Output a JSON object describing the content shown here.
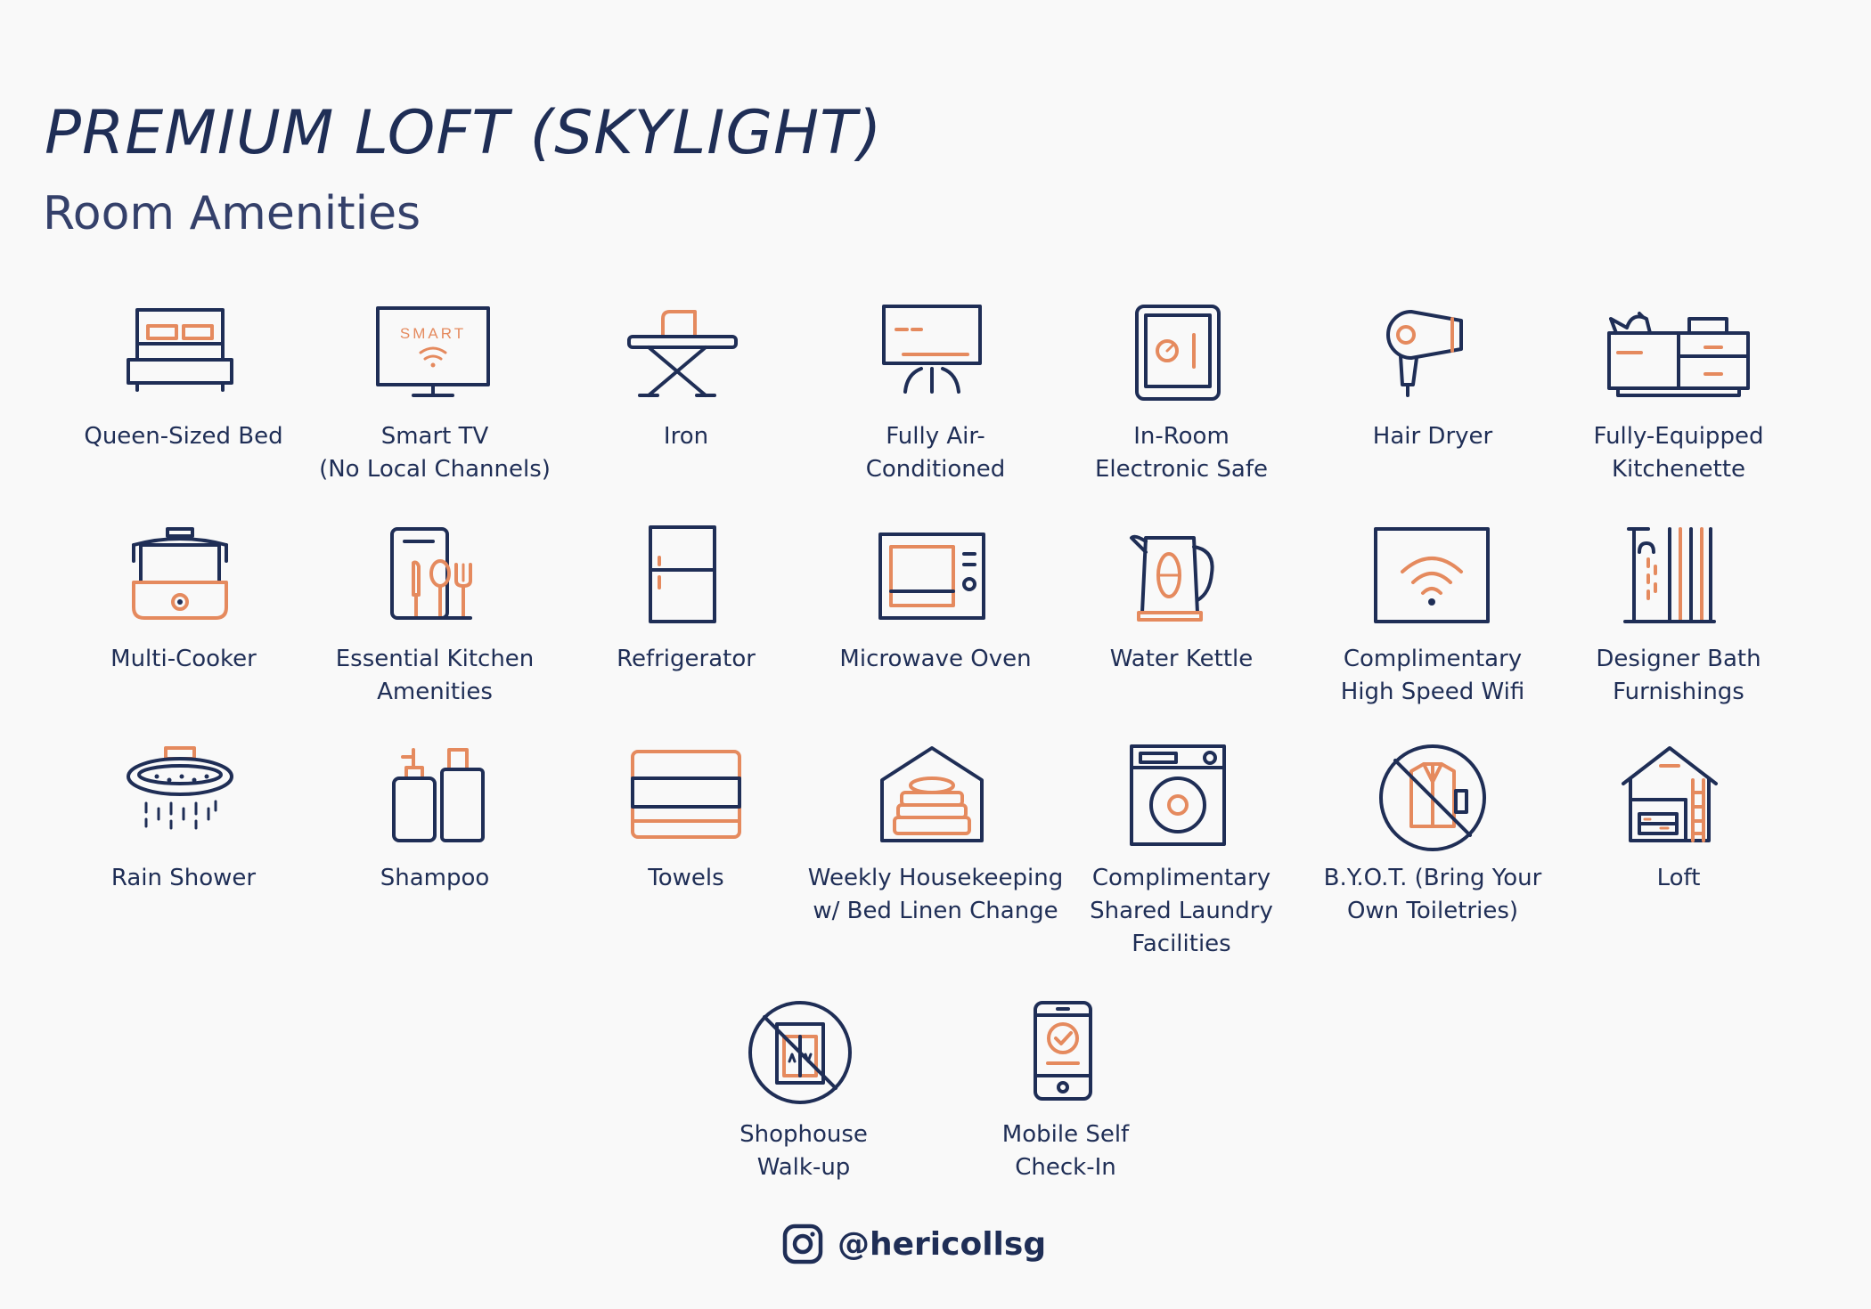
{
  "title": "PREMIUM LOFT (SKYLIGHT)",
  "subtitle": "Room Amenities",
  "colors": {
    "navy": "#1f2e56",
    "orange": "#e58a5e",
    "background": "#f9f9f9"
  },
  "amenities": [
    {
      "icon": "bed-icon",
      "label": "Queen-Sized Bed"
    },
    {
      "icon": "smart-tv-icon",
      "label": "Smart TV\n(No Local Channels)",
      "screen_text": "SMART"
    },
    {
      "icon": "iron-icon",
      "label": "Iron"
    },
    {
      "icon": "air-conditioner-icon",
      "label": "Fully Air-\nConditioned"
    },
    {
      "icon": "safe-icon",
      "label": "In-Room\nElectronic Safe"
    },
    {
      "icon": "hair-dryer-icon",
      "label": "Hair Dryer"
    },
    {
      "icon": "kitchenette-icon",
      "label": "Fully-Equipped\nKitchenette"
    },
    {
      "icon": "multi-cooker-icon",
      "label": "Multi-Cooker"
    },
    {
      "icon": "kitchen-utensils-icon",
      "label": "Essential Kitchen\nAmenities"
    },
    {
      "icon": "refrigerator-icon",
      "label": "Refrigerator"
    },
    {
      "icon": "microwave-icon",
      "label": "Microwave Oven"
    },
    {
      "icon": "kettle-icon",
      "label": "Water Kettle"
    },
    {
      "icon": "wifi-icon",
      "label": "Complimentary\nHigh Speed Wifi"
    },
    {
      "icon": "shower-bath-icon",
      "label": "Designer Bath\nFurnishings"
    },
    {
      "icon": "rain-shower-icon",
      "label": "Rain Shower"
    },
    {
      "icon": "shampoo-icon",
      "label": "Shampoo"
    },
    {
      "icon": "towels-icon",
      "label": "Towels"
    },
    {
      "icon": "housekeeping-icon",
      "label": "Weekly Housekeeping\nw/ Bed Linen Change"
    },
    {
      "icon": "washing-machine-icon",
      "label": "Complimentary\nShared Laundry\nFacilities"
    },
    {
      "icon": "no-toiletries-icon",
      "label": "B.Y.O.T. (Bring Your\nOwn Toiletries)"
    },
    {
      "icon": "loft-icon",
      "label": "Loft"
    },
    {
      "icon": "no-elevator-icon",
      "label": "Shophouse\nWalk-up"
    },
    {
      "icon": "mobile-check-in-icon",
      "label": "Mobile Self\nCheck-In"
    }
  ],
  "footer": {
    "icon": "instagram-icon",
    "handle": "@hericollsg"
  }
}
